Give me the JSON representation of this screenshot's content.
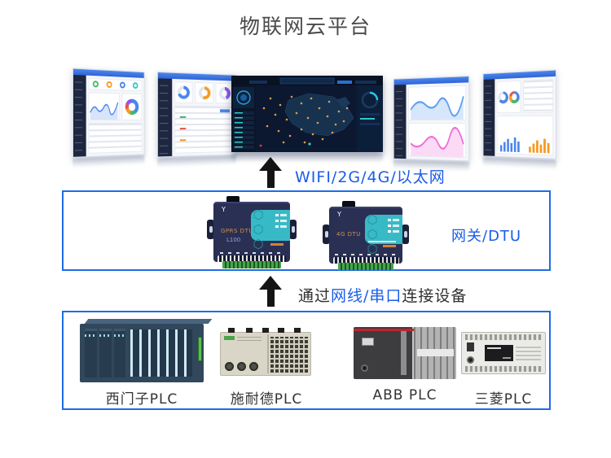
{
  "title": "物联网云平台",
  "colors": {
    "accent_blue": "#1a5ce8",
    "box_border_blue": "#1e6be6",
    "arrow_black": "#141414",
    "dtu_navy": "#2a3054",
    "dtu_teal": "#38bac6",
    "terminal_green": "#46a64c",
    "title_gray": "#4b4b4b"
  },
  "icons": {
    "antenna_glyph": "Y",
    "hexagons_glyph": "⬡⬡⬡"
  },
  "connections": {
    "uplink_label": "WIFI/2G/4G/以太网",
    "downlink_prefix": "通过",
    "downlink_highlight": "网线/串口",
    "downlink_suffix": "连接设备"
  },
  "gateway_box": {
    "label": "网关/DTU",
    "devices": [
      {
        "line1": "GPRS DTU",
        "line2": "L100"
      },
      {
        "line1": "4G DTU",
        "line2": ""
      }
    ]
  },
  "plc_box": {
    "items": [
      {
        "label": "西门子PLC"
      },
      {
        "label": "施耐德PLC"
      },
      {
        "label": "ABB PLC"
      },
      {
        "label": "三菱PLC"
      }
    ]
  }
}
